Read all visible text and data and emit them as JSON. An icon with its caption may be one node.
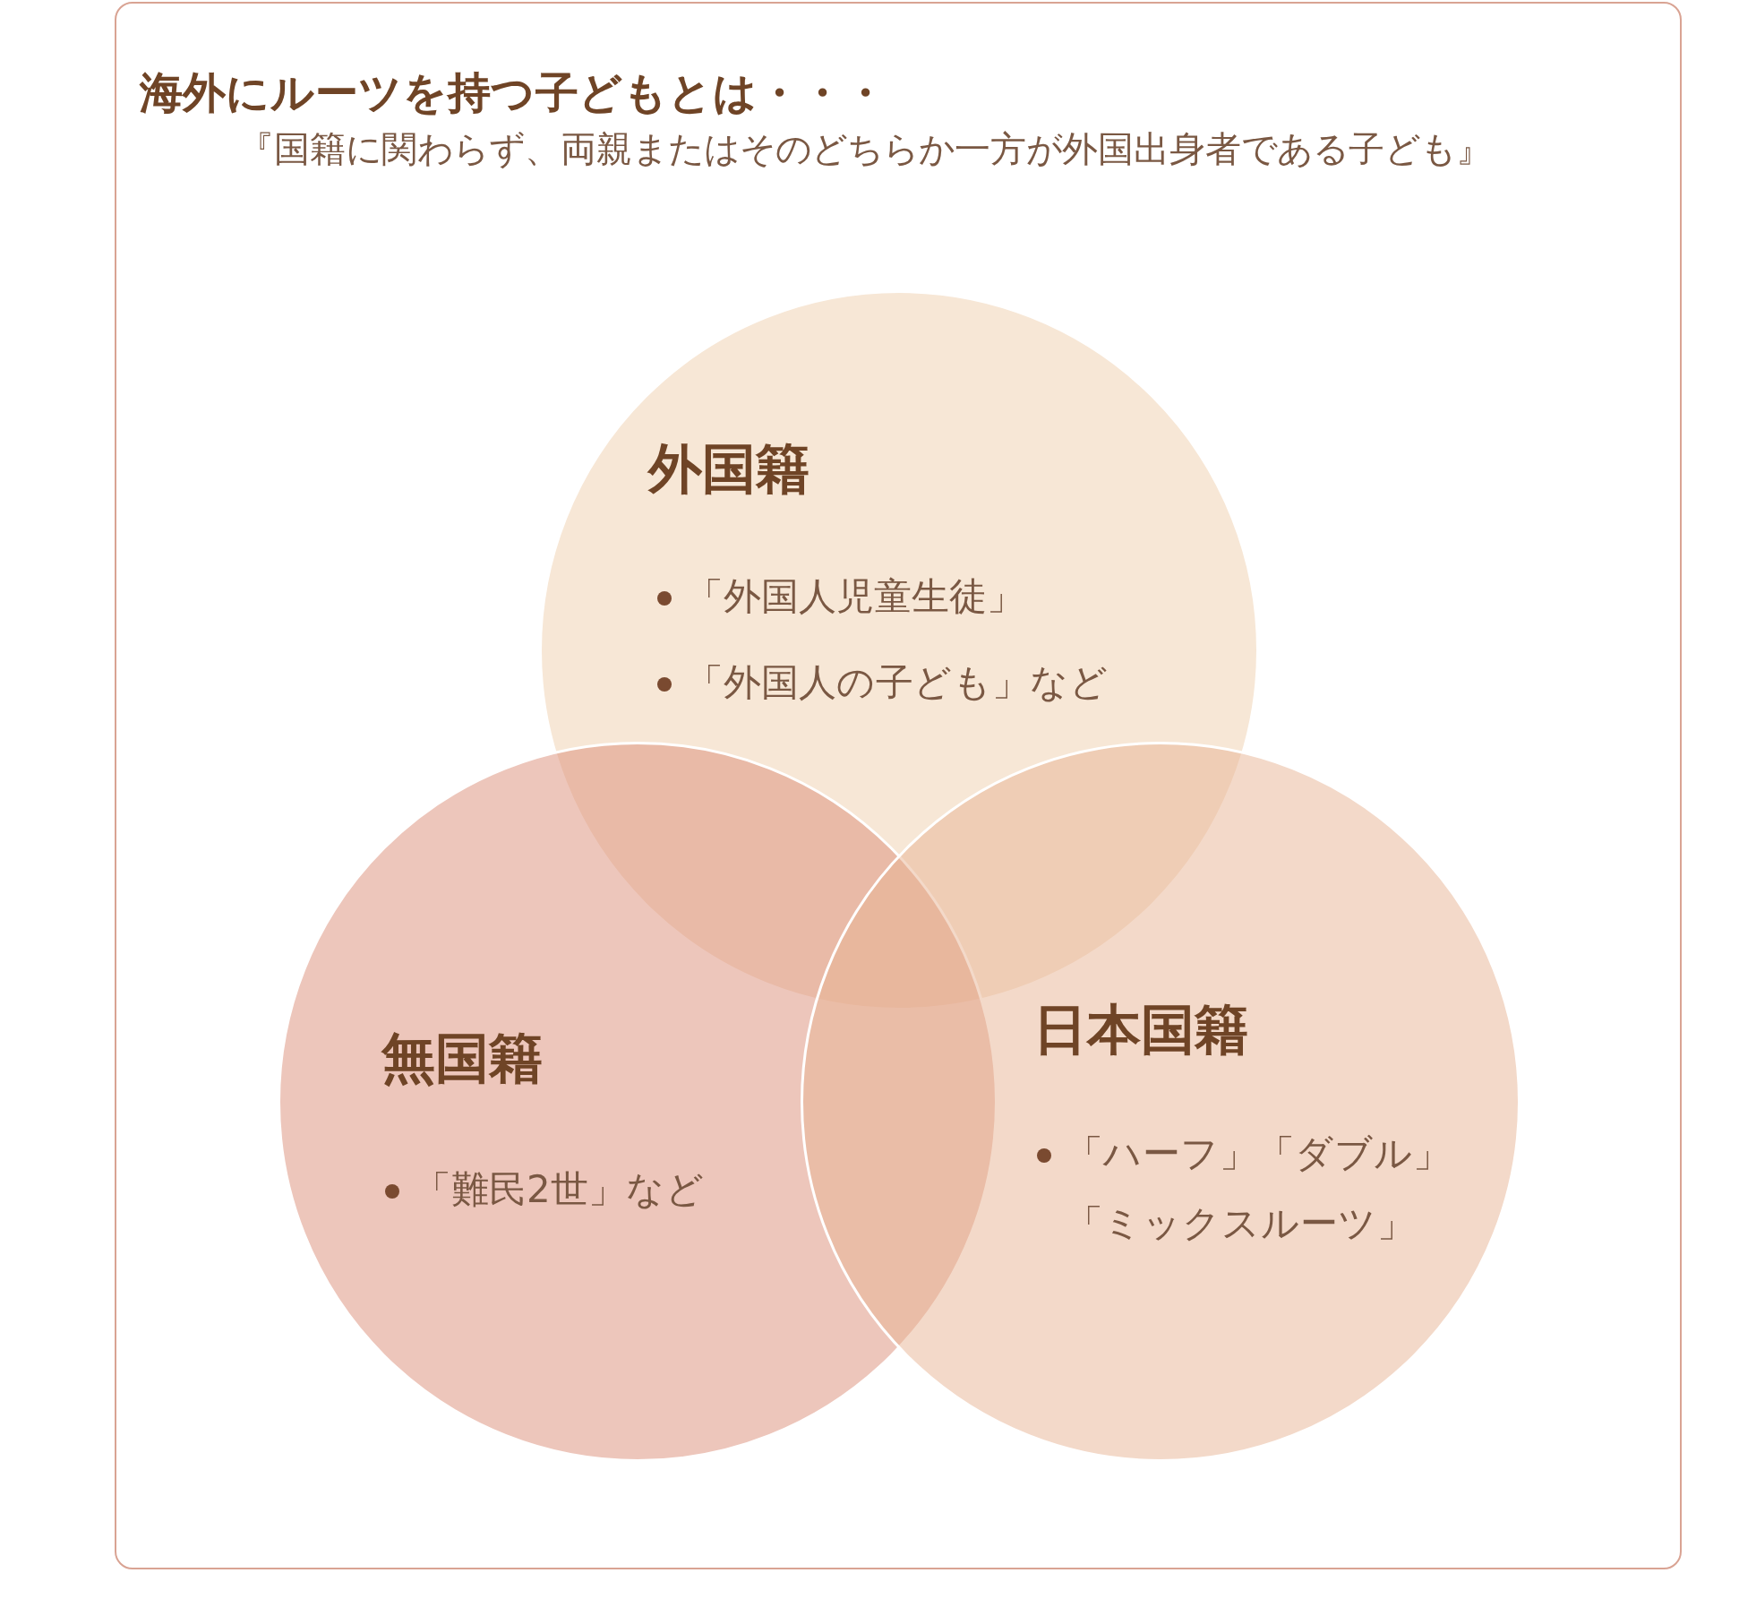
{
  "diagram": {
    "title": "海外にルーツを持つ子どもとは・・・",
    "nodes": [
      {
        "text": [
          "外国籍",
          "「外国人児童生徒」",
          "「外国人の子ども」など"
        ]
      },
      {
        "text": [
          "無国籍",
          "「難民2世」など"
        ]
      },
      {
        "text": [
          "日本国籍",
          "「ハーフ」「ダブル」「ミックスルーツ」"
        ]
      }
    ],
    "labels": [
      "『国籍に関わらず、両親またはそのどちらか一方が外国出身者である子ども』"
    ]
  }
}
